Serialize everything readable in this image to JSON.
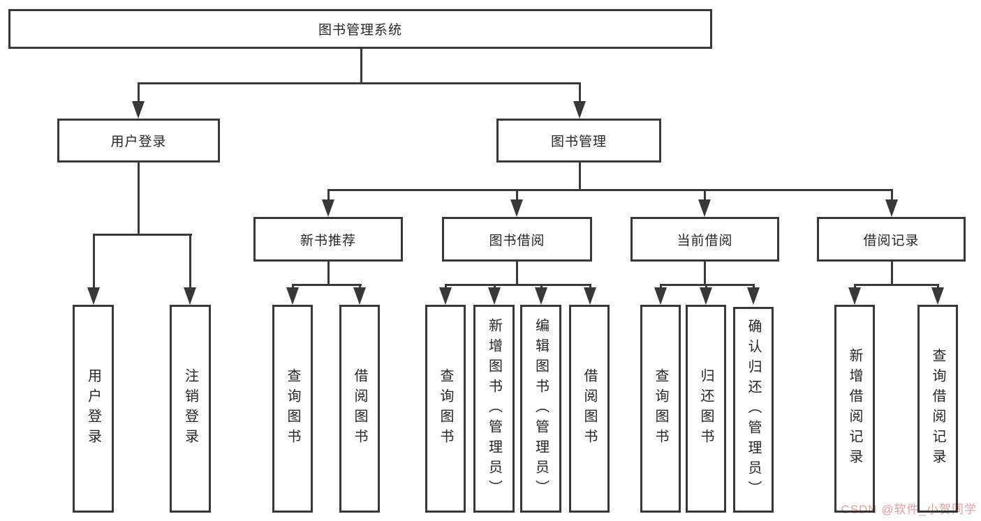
{
  "colors": {
    "line": "#383838",
    "text": "#262626",
    "background": "#ffffff",
    "watermark": "#ee9b9b"
  },
  "diagram": {
    "root": {
      "label": "图书管理系统"
    },
    "branches": [
      {
        "label": "用户登录",
        "children": [
          {
            "label": "用户登录"
          },
          {
            "label": "注销登录"
          }
        ]
      },
      {
        "label": "图书管理",
        "sections": [
          {
            "label": "新书推荐",
            "children": [
              {
                "label": "查询图书"
              },
              {
                "label": "借阅图书"
              }
            ]
          },
          {
            "label": "图书借阅",
            "children": [
              {
                "label": "查询图书"
              },
              {
                "label": "新增图书（管理员）"
              },
              {
                "label": "编辑图书（管理员）"
              },
              {
                "label": "借阅图书"
              }
            ]
          },
          {
            "label": "当前借阅",
            "children": [
              {
                "label": "查询图书"
              },
              {
                "label": "归还图书"
              },
              {
                "label": "确认归还（管理员）"
              }
            ]
          },
          {
            "label": "借阅记录",
            "children": [
              {
                "label": "新增借阅记录"
              },
              {
                "label": "查询借阅记录"
              }
            ]
          }
        ]
      }
    ]
  },
  "watermark": {
    "text": "CSDN @软件_小贺同学"
  }
}
